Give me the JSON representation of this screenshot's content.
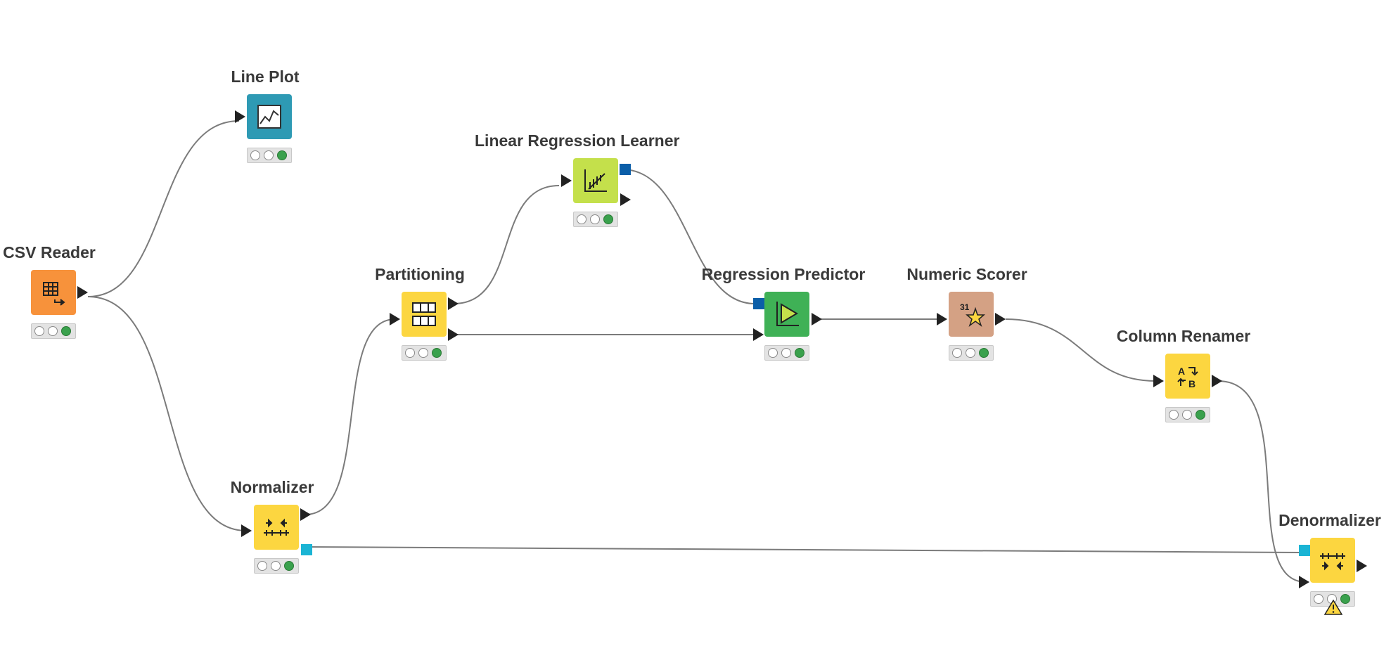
{
  "workflow": {
    "nodes": [
      {
        "id": "csv-reader",
        "label": "CSV Reader",
        "color": "#f7923b",
        "icon": "file-table-icon",
        "status": "executed"
      },
      {
        "id": "line-plot",
        "label": "Line Plot",
        "color": "#2e9ab4",
        "icon": "line-chart-icon",
        "status": "executed"
      },
      {
        "id": "normalizer",
        "label": "Normalizer",
        "color": "#fcd640",
        "icon": "normalizer-icon",
        "status": "executed"
      },
      {
        "id": "partitioning",
        "label": "Partitioning",
        "color": "#fcd640",
        "icon": "partition-table-icon",
        "status": "executed"
      },
      {
        "id": "linear-regression-learner",
        "label": "Linear Regression Learner",
        "color": "#c4e04b",
        "icon": "regression-learner-icon",
        "status": "executed"
      },
      {
        "id": "regression-predictor",
        "label": "Regression Predictor",
        "color": "#3fb156",
        "icon": "predictor-play-icon",
        "status": "executed"
      },
      {
        "id": "numeric-scorer",
        "label": "Numeric Scorer",
        "color": "#d4a184",
        "icon": "scorer-star-icon",
        "status": "executed"
      },
      {
        "id": "column-renamer",
        "label": "Column Renamer",
        "color": "#fcd640",
        "icon": "rename-columns-icon",
        "status": "executed"
      },
      {
        "id": "denormalizer",
        "label": "Denormalizer",
        "color": "#fcd640",
        "icon": "denormalizer-icon",
        "status": "executed-with-warning"
      }
    ],
    "port_colors": {
      "data": "#222222",
      "model": "#0b5ea8",
      "normalizer_model": "#1bb4d4"
    },
    "status_colors": {
      "executed": "#3aa14d",
      "idle": "#ffffff"
    }
  }
}
